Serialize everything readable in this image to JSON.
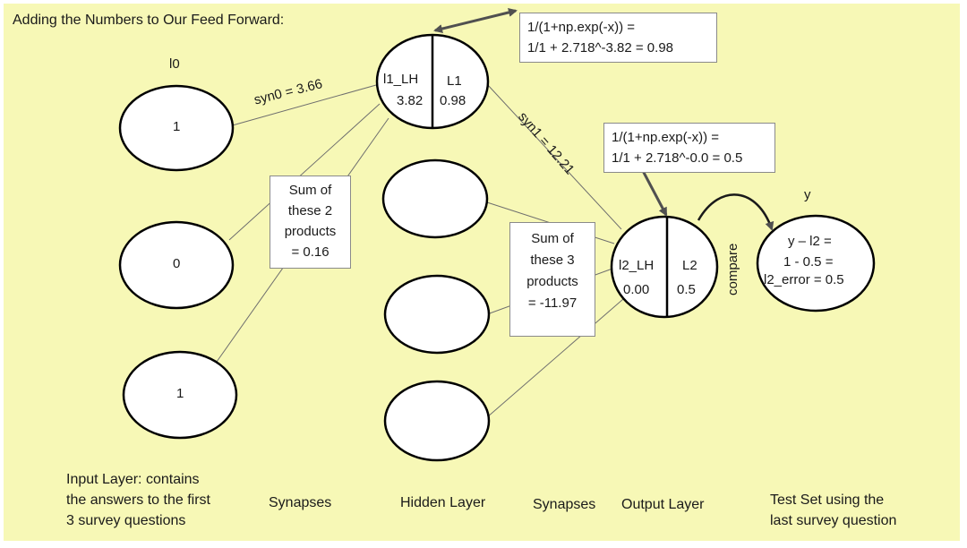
{
  "title": "Adding the Numbers to Our Feed Forward:",
  "input_layer": {
    "label": "l0",
    "nodes": [
      "1",
      "0",
      "1"
    ]
  },
  "hidden_node": {
    "left_label": "l1_LH",
    "left_value": "3.82",
    "right_label": "L1",
    "right_value": "0.98"
  },
  "output_node": {
    "left_label": "l2_LH",
    "left_value": "0.00",
    "right_label": "L2",
    "right_value": "0.5"
  },
  "test_node": {
    "label": "y",
    "lines": [
      "y – l2 =",
      "1 - 0.5 =",
      "l2_error = 0.5"
    ]
  },
  "edge_labels": {
    "syn0": "syn0 = 3.66",
    "syn1": "syn1 = 12.21",
    "compare": "compare"
  },
  "boxes": {
    "sigmoid_hidden": [
      "1/(1+np.exp(-x)) =",
      "1/1 + 2.718^-3.82 = 0.98"
    ],
    "sigmoid_output": [
      "1/(1+np.exp(-x)) =",
      "1/1 + 2.718^-0.0 = 0.5"
    ],
    "sum_hidden": [
      "Sum of",
      "these 2",
      "products",
      "= 0.16"
    ],
    "sum_output": [
      "Sum of",
      "these 3",
      "products",
      "= -11.97"
    ]
  },
  "captions": {
    "input": [
      "Input Layer: contains",
      "the answers to the first",
      "3 survey questions"
    ],
    "synapses_1": "Synapses",
    "hidden": "Hidden Layer",
    "synapses_2": "Synapses",
    "output": "Output Layer",
    "test": [
      "Test Set using the",
      "last survey question"
    ]
  },
  "colors": {
    "background": "#f7f8b6",
    "node_fill": "#ffffff",
    "node_stroke": "#000000",
    "edge": "#6e6e6e",
    "arrow": "#505050"
  }
}
